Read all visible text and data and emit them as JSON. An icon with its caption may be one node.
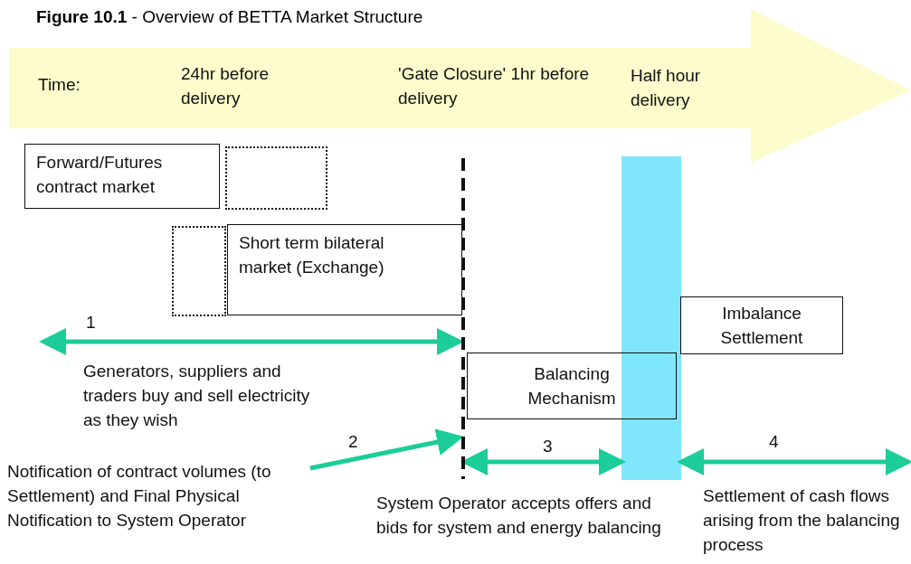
{
  "diagram": {
    "title": "**Figure 10.1** - Overview of BETTA Market Structure",
    "nodes": [
      {
        "text": [
          "Time:",
          "24hr before delivery",
          "'Gate Closure' 1hr before delivery",
          "Half hour delivery"
        ]
      },
      {
        "text": [
          "Forward/Futures contract market"
        ]
      },
      {
        "text": [],
        "shape": "box"
      },
      {
        "text": [],
        "shape": "box"
      },
      {
        "text": [
          "Short term bilateral market (Exchange)"
        ]
      },
      {
        "text": [
          "Imbalance Settlement"
        ]
      },
      {
        "text": [
          "Balancing Mechanism"
        ]
      },
      {
        "text": [],
        "shape": "bar"
      },
      {
        "text": [],
        "shape": "line"
      },
      {
        "text": [
          "Notification of contract volumes (to Settlement) and Final Physical Notification to System Operator"
        ]
      }
    ],
    "edges": [
      {
        "from": null,
        "to": 8,
        "arrow": "both",
        "label": "1"
      },
      {
        "from": 9,
        "to": 8,
        "arrow": "to",
        "label": "2"
      },
      {
        "from": 8,
        "to": 7,
        "arrow": "both",
        "label": "3"
      },
      {
        "from": 7,
        "to": null,
        "arrow": "both",
        "label": "4"
      }
    ],
    "labels": [
      "Generators, suppliers and traders buy and sell electricity as they wish",
      "System Operator accepts offers and bids for system and energy balancing",
      "Settlement of cash flows arising from the balancing process"
    ]
  }
}
